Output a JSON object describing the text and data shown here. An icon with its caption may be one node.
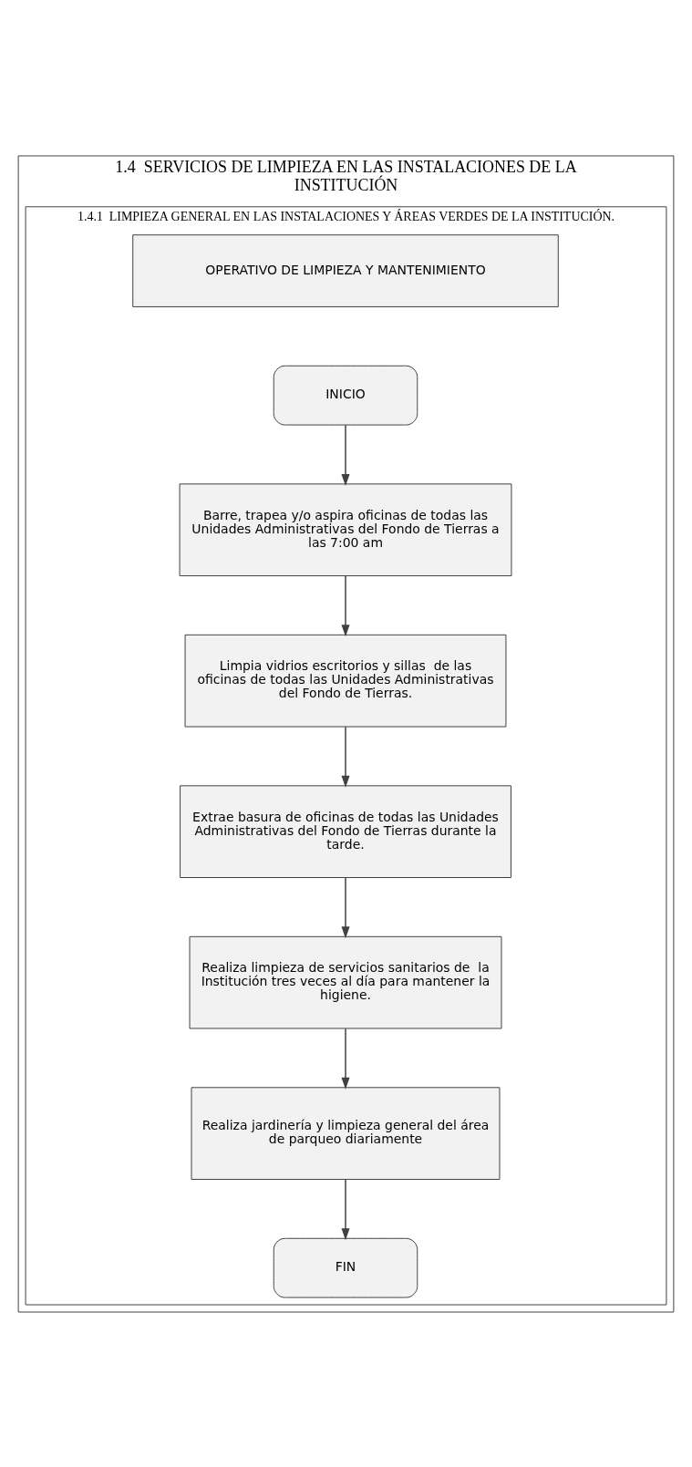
{
  "diagram": {
    "nodes": [
      {
        "text": [
          "1.4  SERVICIOS DE LIMPIEZA EN LAS INSTALACIONES DE LA INSTITUCIÓN"
        ]
      },
      {
        "text": [
          "1.4.1  LIMPIEZA GENERAL EN LAS INSTALACIONES Y ÁREAS VERDES DE LA INSTITUCIÓN."
        ],
        "in": 0
      },
      {
        "text": [
          "OPERATIVO DE LIMPIEZA Y MANTENIMIENTO"
        ],
        "in": 1
      },
      {
        "text": [
          "INICIO"
        ],
        "in": 1
      },
      {
        "text": [
          "Barre, trapea y/o aspira oficinas de todas las Unidades Administrativas del Fondo de Tierras a las 7:00 am"
        ],
        "in": 1
      },
      {
        "text": [
          "Limpia vidrios escritorios y sillas  de las oficinas de todas las Unidades Administrativas del Fondo de Tierras."
        ],
        "in": 1
      },
      {
        "text": [
          "Extrae basura de oficinas de todas las Unidades Administrativas del Fondo de Tierras durante la tarde."
        ],
        "in": 1
      },
      {
        "text": [
          "Realiza limpieza de servicios sanitarios de  la Institución tres veces al día para mantener la higiene."
        ],
        "in": 1
      },
      {
        "text": [
          "Realiza jardinería y limpieza general del área de parqueo diariamente"
        ],
        "in": 1
      },
      {
        "text": [
          "FIN"
        ],
        "in": 1
      }
    ],
    "edges": [
      {
        "from": 3,
        "to": 4,
        "arrow": "to"
      },
      {
        "from": 4,
        "to": 5,
        "arrow": "to"
      },
      {
        "from": 5,
        "to": 6,
        "arrow": "to"
      },
      {
        "from": 6,
        "to": 7,
        "arrow": "to"
      },
      {
        "from": 7,
        "to": 8,
        "arrow": "to"
      },
      {
        "from": 8,
        "to": 9,
        "arrow": "to"
      }
    ]
  }
}
